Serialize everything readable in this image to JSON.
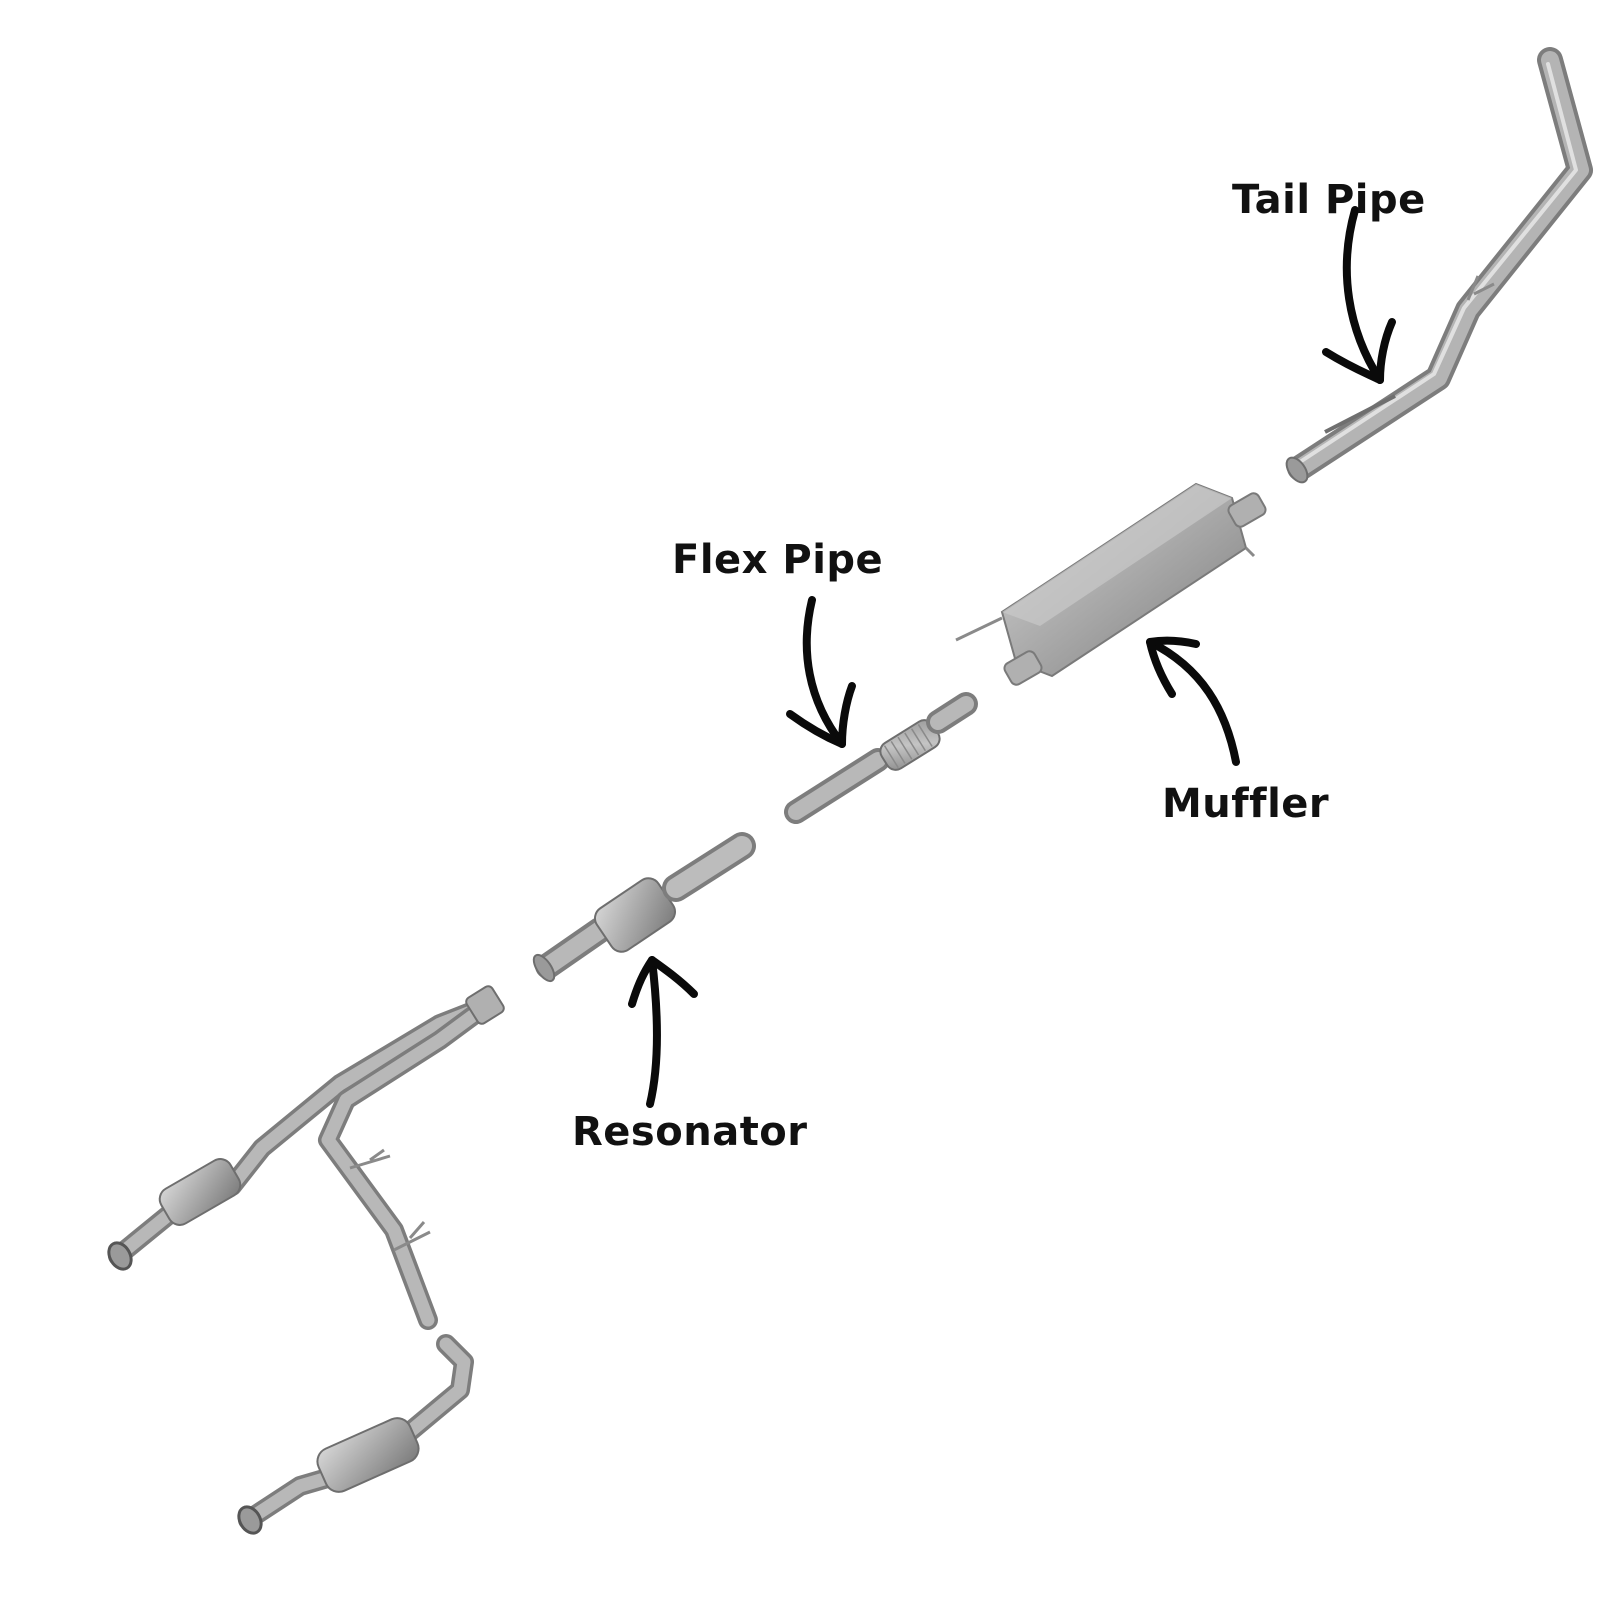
{
  "labels": {
    "tail_pipe": "Tail Pipe",
    "flex_pipe": "Flex Pipe",
    "muffler": "Muffler",
    "resonator": "Resonator"
  },
  "colors": {
    "pipe": "#a6a6a6",
    "pipe_highlight": "#d3d3d3",
    "pipe_shadow": "#7d7d7d",
    "arrow": "#0a0a0a",
    "text": "#111111",
    "background": "#ffffff"
  }
}
